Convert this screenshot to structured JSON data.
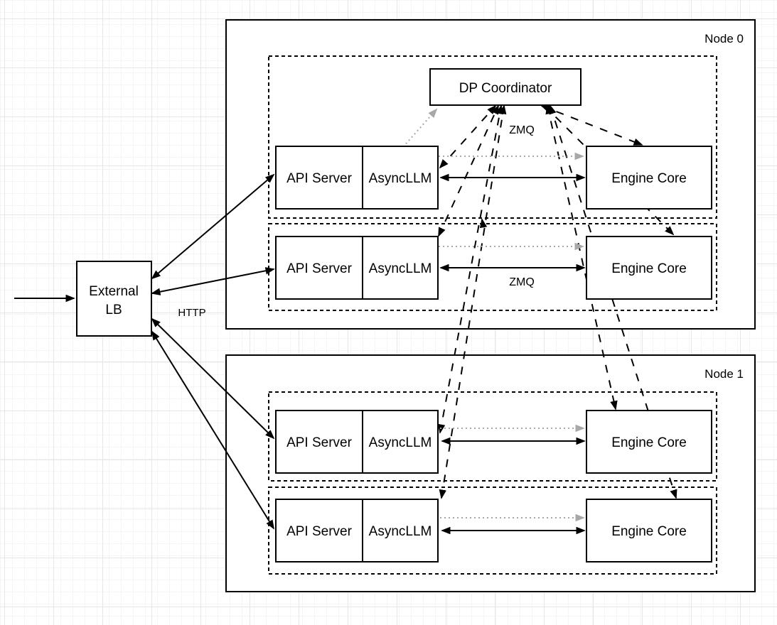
{
  "colors": {
    "stroke": "#000000",
    "dotted_arrow": "#a8a8a8",
    "grid_minor": "#f5f5f5",
    "grid_major": "#e7e7e7"
  },
  "external_lb": {
    "line1": "External",
    "line2": "LB"
  },
  "labels": {
    "http": "HTTP"
  },
  "node0": {
    "title": "Node 0",
    "coordinator": "DP Coordinator",
    "zmq_row1": "ZMQ",
    "zmq_row2": "ZMQ",
    "rows": [
      {
        "api": "API Server",
        "asyncllm": "AsyncLLM",
        "engine": "Engine Core"
      },
      {
        "api": "API Server",
        "asyncllm": "AsyncLLM",
        "engine": "Engine Core"
      }
    ]
  },
  "node1": {
    "title": "Node 1",
    "rows": [
      {
        "api": "API Server",
        "asyncllm": "AsyncLLM",
        "engine": "Engine Core"
      },
      {
        "api": "API Server",
        "asyncllm": "AsyncLLM",
        "engine": "Engine Core"
      }
    ]
  }
}
